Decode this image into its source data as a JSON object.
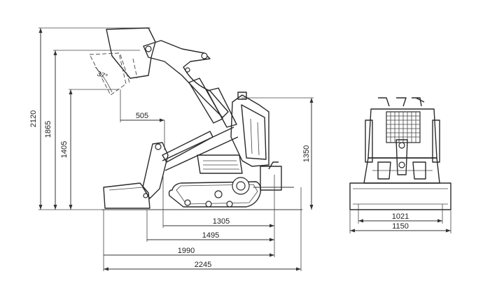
{
  "side_view": {
    "dimensions": {
      "height_max": "2120",
      "height_hinge": "1865",
      "height_dump": "1405",
      "height_machine": "1350",
      "reach": "505",
      "dump_angle": "37°",
      "track_length": "1305",
      "length_no_bucket": "1495",
      "length_bucket_ground": "1990",
      "length_overall": "2245"
    }
  },
  "front_view": {
    "dimensions": {
      "track_width": "1021",
      "bucket_width": "1150"
    }
  }
}
